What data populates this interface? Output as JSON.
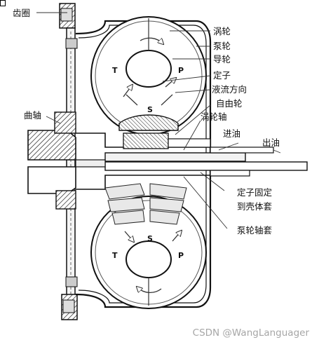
{
  "labels": {
    "ring_gear": "齿圈",
    "crankshaft": "曲轴",
    "turbine": "涡轮",
    "pump": "泵轮",
    "guide_wheel": "导轮",
    "stator": "定子",
    "flow_direction": "液流方向",
    "freewheel": "自由轮",
    "turbine_shaft": "涡轮轴",
    "oil_in": "进油",
    "oil_out": "出油",
    "stator_fixed": "定子固定",
    "to_housing": "到壳体套",
    "pump_sleeve": "泵轮轴套"
  },
  "section_marks": {
    "upper_t": "T",
    "upper_s": "S",
    "upper_p": "P",
    "lower_t": "T",
    "lower_s": "S",
    "lower_p": "P"
  },
  "watermark": "CSDN @WangLanguager"
}
